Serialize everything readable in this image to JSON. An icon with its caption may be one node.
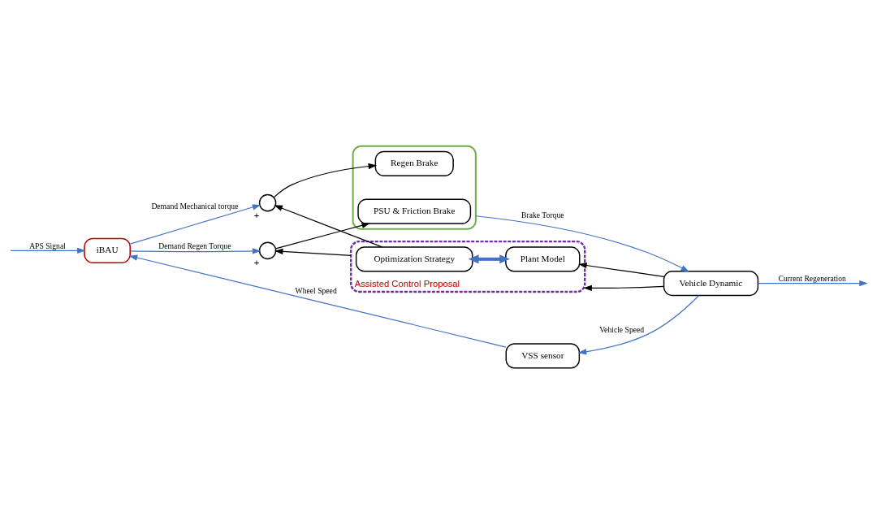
{
  "diagram": {
    "nodes": [
      {
        "text": [
          "iBAU"
        ]
      },
      {
        "text": [],
        "shape": "circle",
        "beside": [
          "+"
        ]
      },
      {
        "text": [],
        "shape": "circle",
        "beside": [
          "+"
        ]
      },
      {
        "text": [],
        "shape": "box"
      },
      {
        "text": [
          "PSU & Friction Brake"
        ],
        "in": 3
      },
      {
        "text": [
          "Regen Brake"
        ],
        "in": 3
      },
      {
        "text": [
          "Vehicle Dynamic"
        ]
      },
      {
        "text": [
          "VSS sensor"
        ]
      },
      {
        "text": [
          "Assisted Control Proposal"
        ]
      },
      {
        "text": [
          "Optimization Strategy"
        ],
        "in": 8
      },
      {
        "text": [
          "Plant Model"
        ],
        "in": 8
      }
    ],
    "edges": [
      {
        "from": null,
        "to": 0,
        "arrow": "to",
        "label": "APS Signal"
      },
      {
        "from": 0,
        "to": 1,
        "arrow": "to",
        "label": "Demand Regen Torque"
      },
      {
        "from": 0,
        "to": 2,
        "arrow": "to",
        "label": "Demand Mechanical torque"
      },
      {
        "from": 1,
        "to": 4,
        "arrow": "to",
        "color": "#000000"
      },
      {
        "from": 2,
        "to": 5,
        "arrow": "to",
        "color": "#000000"
      },
      {
        "from": 3,
        "to": 6,
        "arrow": "to",
        "label": "Brake Torque"
      },
      {
        "from": 6,
        "to": null,
        "arrow": "to",
        "label": "Current Regeneration"
      },
      {
        "from": 6,
        "to": 7,
        "arrow": "to",
        "label": "Vehicle Speed"
      },
      {
        "from": 7,
        "to": 0,
        "arrow": "to",
        "label": "Wheel Speed"
      },
      {
        "from": 6,
        "to": 10,
        "arrow": "to",
        "color": "#000000"
      },
      {
        "from": 6,
        "to": 8,
        "arrow": "to",
        "color": "#000000"
      },
      {
        "from": 9,
        "to": 2,
        "arrow": "to",
        "color": "#000000"
      },
      {
        "from": 8,
        "to": 1,
        "arrow": "to",
        "color": "#000000"
      },
      {
        "from": 9,
        "to": 10,
        "arrow": "both",
        "style": "thick"
      }
    ]
  }
}
